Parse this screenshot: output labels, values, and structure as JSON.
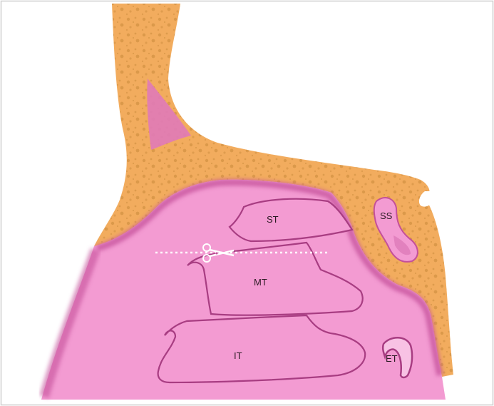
{
  "labels": {
    "superior_turbinate": "ST",
    "middle_turbinate": "MT",
    "inferior_turbinate": "IT",
    "sphenoid_sinus": "SS",
    "eustachian_tube": "ET"
  },
  "colors": {
    "bone": "#f2ac5e",
    "bone_texture": "#c8893a",
    "mucosa": "#f39bd2",
    "mucosa_dark": "#c4509a",
    "mucosa_light": "#f8c2e4",
    "cut_line": "#ffffff",
    "frame": "#cfcfcf"
  },
  "icons": {
    "cut_tool": "scissors-icon"
  }
}
